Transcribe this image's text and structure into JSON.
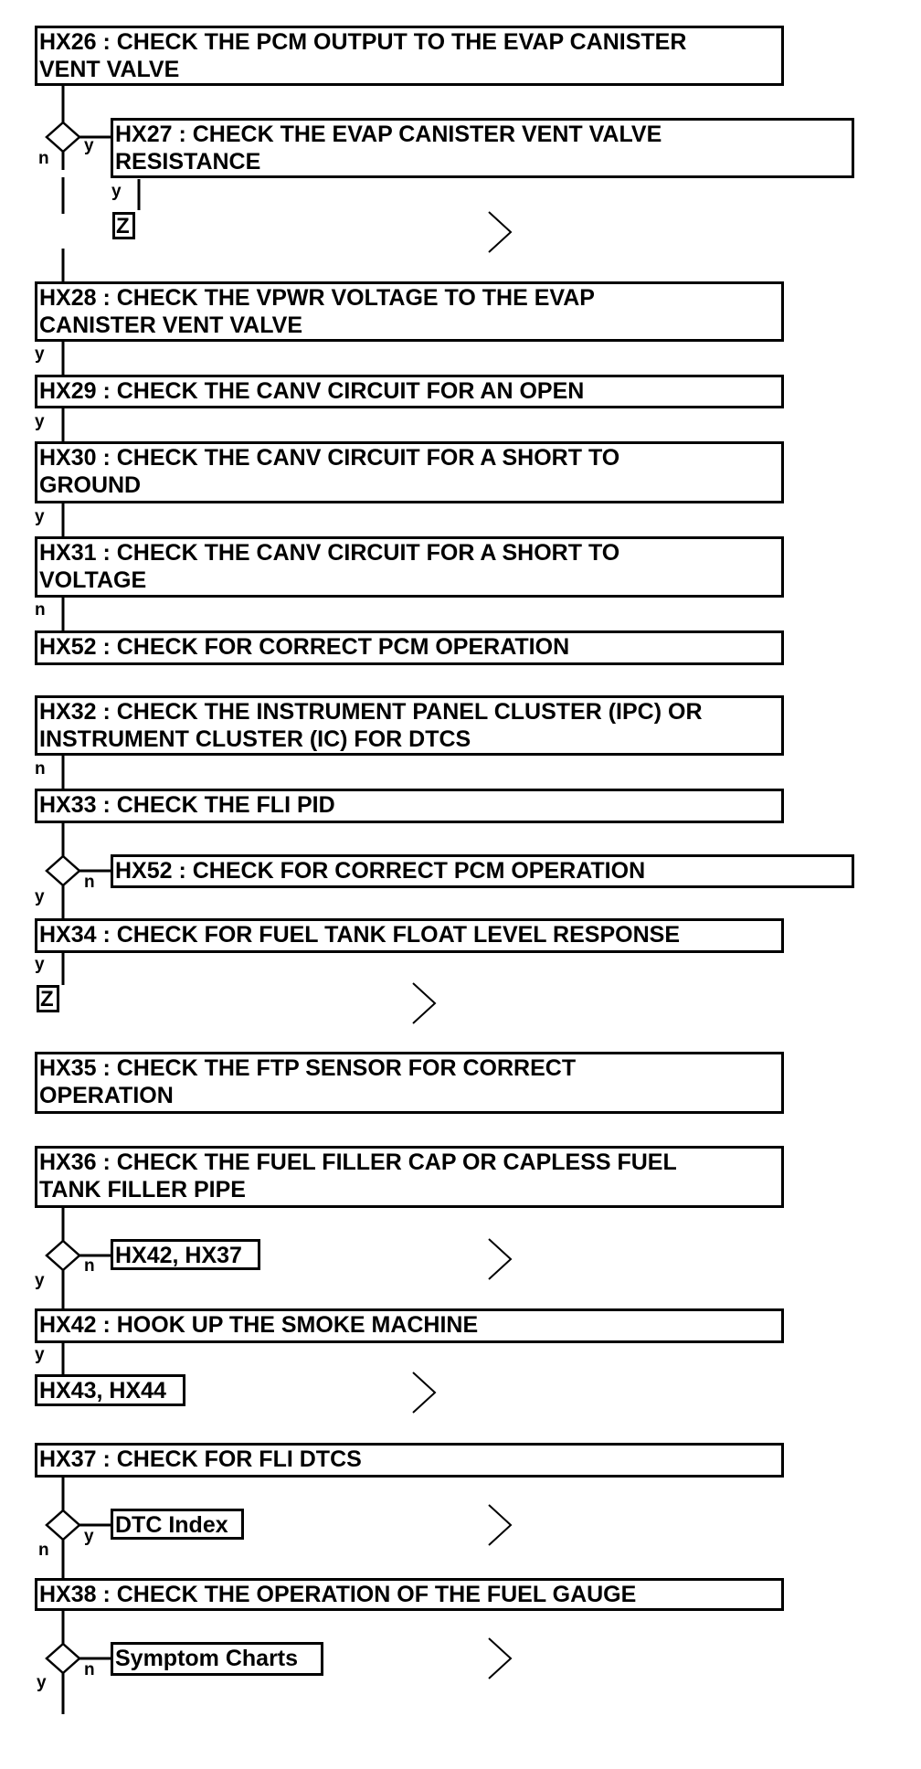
{
  "steps": {
    "hx26": "HX26 : CHECK THE PCM OUTPUT TO THE EVAP CANISTER\nVENT VALVE",
    "hx27": "HX27 : CHECK THE EVAP CANISTER VENT VALVE\nRESISTANCE",
    "z1": "Z",
    "hx28": "HX28 : CHECK THE VPWR VOLTAGE TO THE EVAP\nCANISTER VENT VALVE",
    "hx29": "HX29 : CHECK THE CANV CIRCUIT FOR AN OPEN",
    "hx30": "HX30 : CHECK THE CANV CIRCUIT FOR A SHORT TO\nGROUND",
    "hx31": "HX31 : CHECK THE CANV CIRCUIT FOR A SHORT TO\nVOLTAGE",
    "hx52a": "HX52 : CHECK FOR CORRECT PCM OPERATION",
    "hx32": "HX32 : CHECK THE INSTRUMENT PANEL CLUSTER (IPC) OR\nINSTRUMENT CLUSTER (IC) FOR DTCS",
    "hx33": "HX33 : CHECK THE FLI PID",
    "hx52b": "HX52 : CHECK FOR CORRECT PCM OPERATION",
    "hx34": "HX34 : CHECK FOR FUEL TANK FLOAT LEVEL RESPONSE",
    "z2": "Z",
    "hx35": "HX35 : CHECK THE FTP SENSOR FOR CORRECT\nOPERATION",
    "hx36": "HX36 : CHECK THE FUEL FILLER CAP OR CAPLESS FUEL\nTANK FILLER PIPE",
    "hx42_37": "HX42, HX37",
    "hx42": "HX42 : HOOK UP THE SMOKE MACHINE",
    "hx43_44": "HX43, HX44",
    "hx37": "HX37 : CHECK FOR FLI DTCS",
    "dtc_index": "DTC Index",
    "hx38": "HX38 : CHECK THE OPERATION OF THE FUEL GAUGE",
    "symptom_charts": "Symptom Charts"
  },
  "answers": {
    "hx26_n": "n",
    "hx26_y": "y",
    "hx27_y": "y",
    "hx28_y": "y",
    "hx29_y": "y",
    "hx30_y": "y",
    "hx31_n": "n",
    "hx32_n": "n",
    "hx33_y": "y",
    "hx33_n": "n",
    "hx34_y": "y",
    "hx36_y": "y",
    "hx36_n": "n",
    "hx42_y": "y",
    "hx37_n": "n",
    "hx37_y": "y",
    "hx38_y": "y",
    "hx38_n": "n"
  },
  "icons": {
    "decision": "diamond-icon",
    "continue": "chevron-right-icon"
  },
  "colors": {
    "ink": "#000000",
    "background": "#ffffff"
  }
}
